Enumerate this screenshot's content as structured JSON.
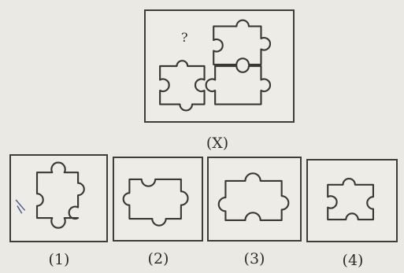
{
  "question": {
    "figure_label": "(X)",
    "missing_marker": "?"
  },
  "options": [
    {
      "label": "(1)"
    },
    {
      "label": "(2)"
    },
    {
      "label": "(3)"
    },
    {
      "label": "(4)"
    }
  ]
}
